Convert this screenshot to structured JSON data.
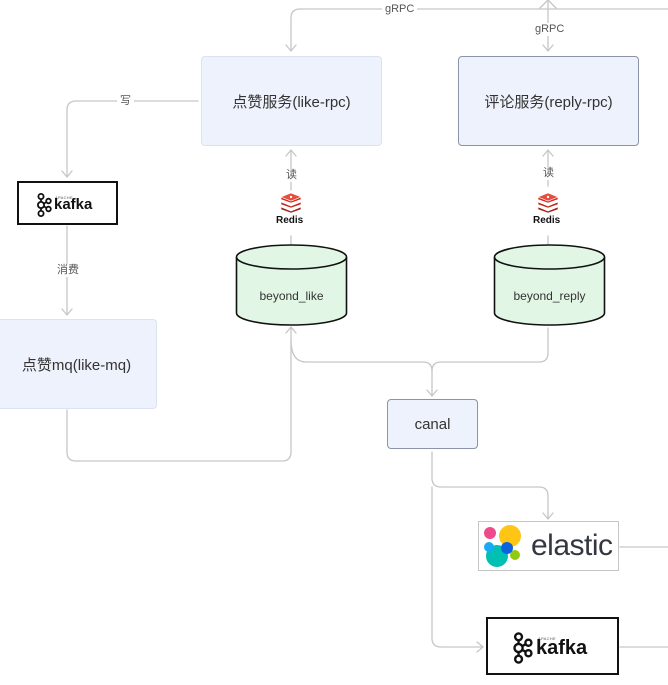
{
  "edges": {
    "grpc_top": "gRPC",
    "grpc_right": "gRPC",
    "write": "写",
    "read_like": "读",
    "read_reply": "读",
    "consume": "消费"
  },
  "nodes": {
    "like_rpc": "点赞服务(like-rpc)",
    "reply_rpc": "评论服务(reply-rpc)",
    "like_mq": "点赞mq(like-mq)",
    "canal": "canal",
    "beyond_like": "beyond_like",
    "beyond_reply": "beyond_reply"
  },
  "logos": {
    "kafka_top": "kafka",
    "kafka_bottom": "kafka",
    "redis_like": "Redis",
    "redis_reply": "Redis",
    "elastic": "elastic",
    "apache": "APACHE"
  },
  "colors": {
    "edge": "#c6c6c6",
    "service_fill": "#eef2fc",
    "db_fill": "#e2f6e6",
    "redis_red": "#d82c20",
    "elastic_pink": "#ef4b8c",
    "elastic_yellow": "#fec514",
    "elastic_teal": "#00bfb3",
    "elastic_blue": "#1ba9f5",
    "elastic_green": "#93c90e"
  }
}
